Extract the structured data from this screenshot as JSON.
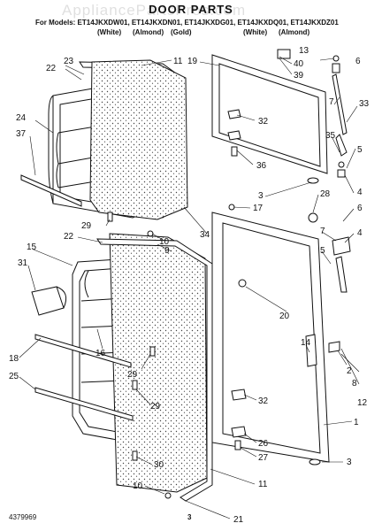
{
  "watermark": "AppliancePartsPros.com",
  "title": "DOOR PARTS",
  "models": "For Models: ET14JKXDW01, ET14JKXDN01, ET14JKXDG01, ET14JKXDQ01, ET14JKXDZ01",
  "colors": [
    "(White)",
    "(Almond)",
    "(Gold)",
    "(White)",
    "(Almond)"
  ],
  "footer": {
    "doc_number": "4379969",
    "page": "3"
  },
  "callouts": [
    "23",
    "22",
    "11",
    "19",
    "13",
    "40",
    "39",
    "6",
    "24",
    "37",
    "32",
    "7",
    "33",
    "36",
    "35",
    "5",
    "17",
    "3",
    "4",
    "28",
    "29",
    "34",
    "10",
    "6",
    "22",
    "15",
    "9",
    "7",
    "31",
    "4",
    "5",
    "20",
    "18",
    "16",
    "14",
    "29",
    "2",
    "25",
    "8",
    "29",
    "32",
    "12",
    "26",
    "1",
    "30",
    "27",
    "3",
    "10",
    "11",
    "21"
  ]
}
